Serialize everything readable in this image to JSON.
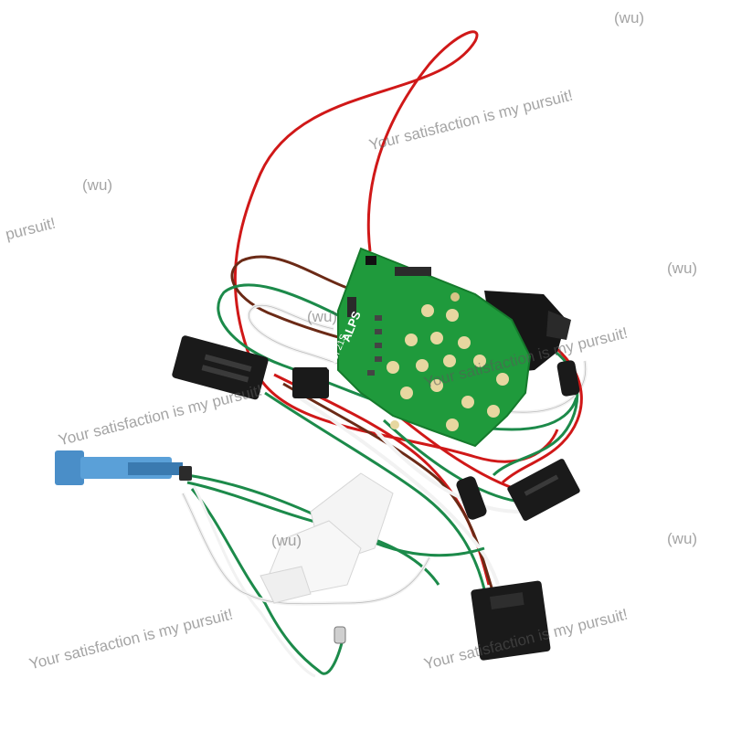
{
  "watermark": {
    "line_a": "Your satisfaction is my pursuit!",
    "line_b": "pursuit!",
    "tag": "(wu)",
    "line_c": "Your satisfaction is my pursuit!"
  },
  "pcb": {
    "brand": "ALPS",
    "part": "ANSI 21S",
    "color": "#1f9a3c"
  },
  "colors": {
    "red_wire": "#d01818",
    "brown_wire": "#6b2a16",
    "green_wire": "#1c8a4a",
    "white_wire": "#f2f2f2",
    "blue_connector": "#4a8ec8",
    "black_connector": "#1a1a1a"
  }
}
